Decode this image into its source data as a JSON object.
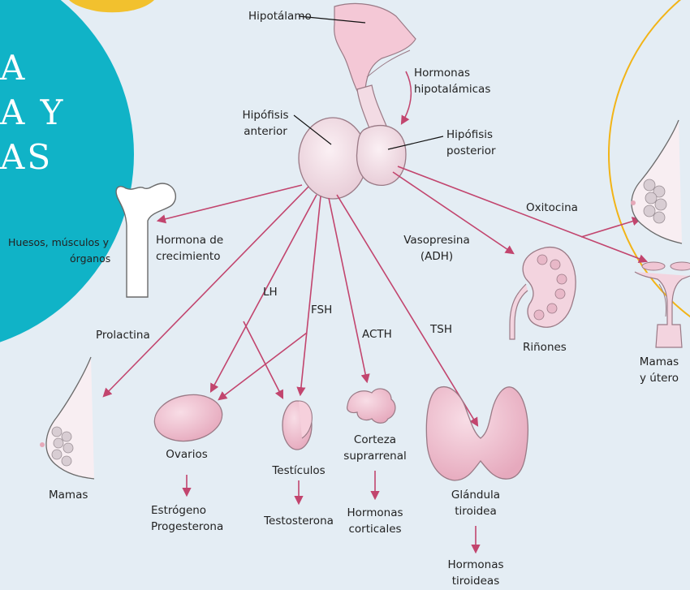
{
  "circle_text": {
    "line1": "A",
    "line2": "A Y",
    "line3": "AS"
  },
  "labels": {
    "hipotalamo": "Hipotálamo",
    "hormonas_hipotalamicas_1": "Hormonas",
    "hormonas_hipotalamicas_2": "hipotalámicas",
    "hipofisis_anterior_1": "Hipófisis",
    "hipofisis_anterior_2": "anterior",
    "hipofisis_posterior_1": "Hipófisis",
    "hipofisis_posterior_2": "posterior",
    "oxitocina": "Oxitocina",
    "vasopresina_1": "Vasopresina",
    "vasopresina_2": "(ADH)",
    "hormona_crecimiento_1": "Hormona de",
    "hormona_crecimiento_2": "crecimiento",
    "huesos_1": "Huesos, músculos y",
    "huesos_2": "órganos",
    "lh": "LH",
    "fsh": "FSH",
    "acth": "ACTH",
    "tsh": "TSH",
    "prolactina": "Prolactina",
    "rinones": "Riñones",
    "mamas_utero_1": "Mamas",
    "mamas_utero_2": "y útero",
    "mamas": "Mamas",
    "ovarios": "Ovarios",
    "estrogeno_1": "Estrógeno",
    "estrogeno_2": "Progesterona",
    "testiculos": "Testículos",
    "testosterona": "Testosterona",
    "corteza_1": "Corteza",
    "corteza_2": "suprarrenal",
    "corticales_1": "Hormonas",
    "corticales_2": "corticales",
    "glandula_1": "Glándula",
    "glandula_2": "tiroidea",
    "tiroideas_1": "Hormonas",
    "tiroideas_2": "tiroideas"
  },
  "colors": {
    "background": "#e4edf4",
    "teal_circle": "#10b3c7",
    "yellow_accent": "#f2c12e",
    "arrow": "#c2456e",
    "organ_pink": "#f0c6d4",
    "organ_stroke": "#9a7a86"
  }
}
